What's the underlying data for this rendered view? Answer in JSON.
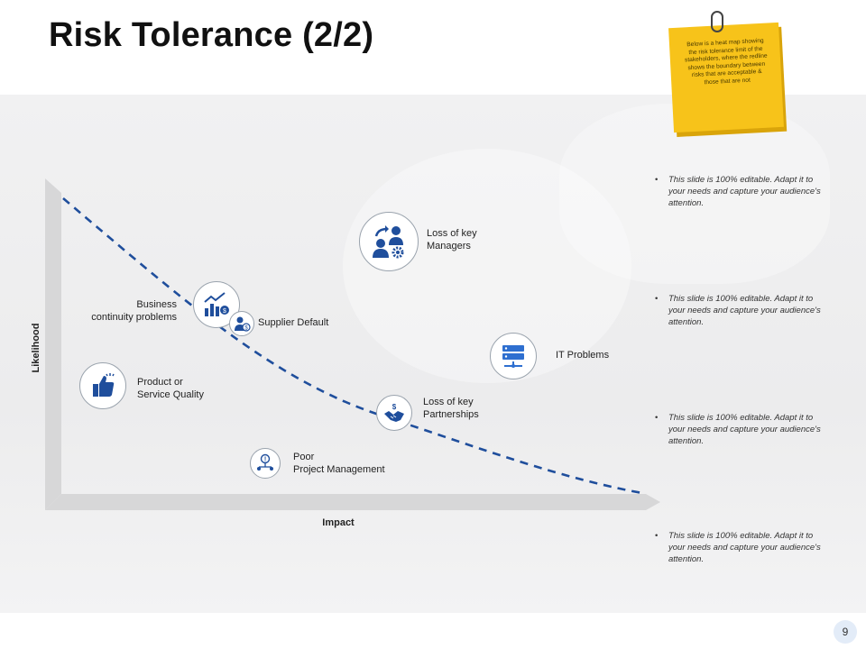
{
  "title": "Risk Tolerance (2/2)",
  "sticky_note": "Below is a heat map showing the risk tolerance limit of the stakeholders, where the redline shows the boundary between risks that are acceptable & those that are not",
  "axes": {
    "y_label": "Likelihood",
    "x_label": "Impact"
  },
  "risks": [
    {
      "label": "Loss of key\nManagers",
      "icon": "people-gear-icon"
    },
    {
      "label": "Business\ncontinuity problems",
      "icon": "bar-chart-dollar-icon"
    },
    {
      "label": "Supplier Default",
      "icon": "user-dollar-icon"
    },
    {
      "label": "IT Problems",
      "icon": "server-icon"
    },
    {
      "label": "Product or\nService Quality",
      "icon": "thumbs-up-icon"
    },
    {
      "label": "Loss of key\nPartnerships",
      "icon": "handshake-icon"
    },
    {
      "label": "Poor\nProject Management",
      "icon": "alert-network-icon"
    }
  ],
  "bullets": [
    "This slide is 100% editable. Adapt it to your needs and capture your audience's attention.",
    "This slide is 100% editable. Adapt it to your needs and capture your audience's attention.",
    "This slide is 100% editable. Adapt it to your needs and capture your audience's attention.",
    "This slide is 100% editable. Adapt it to your needs and capture your audience's attention."
  ],
  "bullet_marker": "•",
  "page_number": "9",
  "colors": {
    "accent": "#1f4e9c",
    "axis": "#d7d7d8",
    "note": "#f7c31a"
  }
}
